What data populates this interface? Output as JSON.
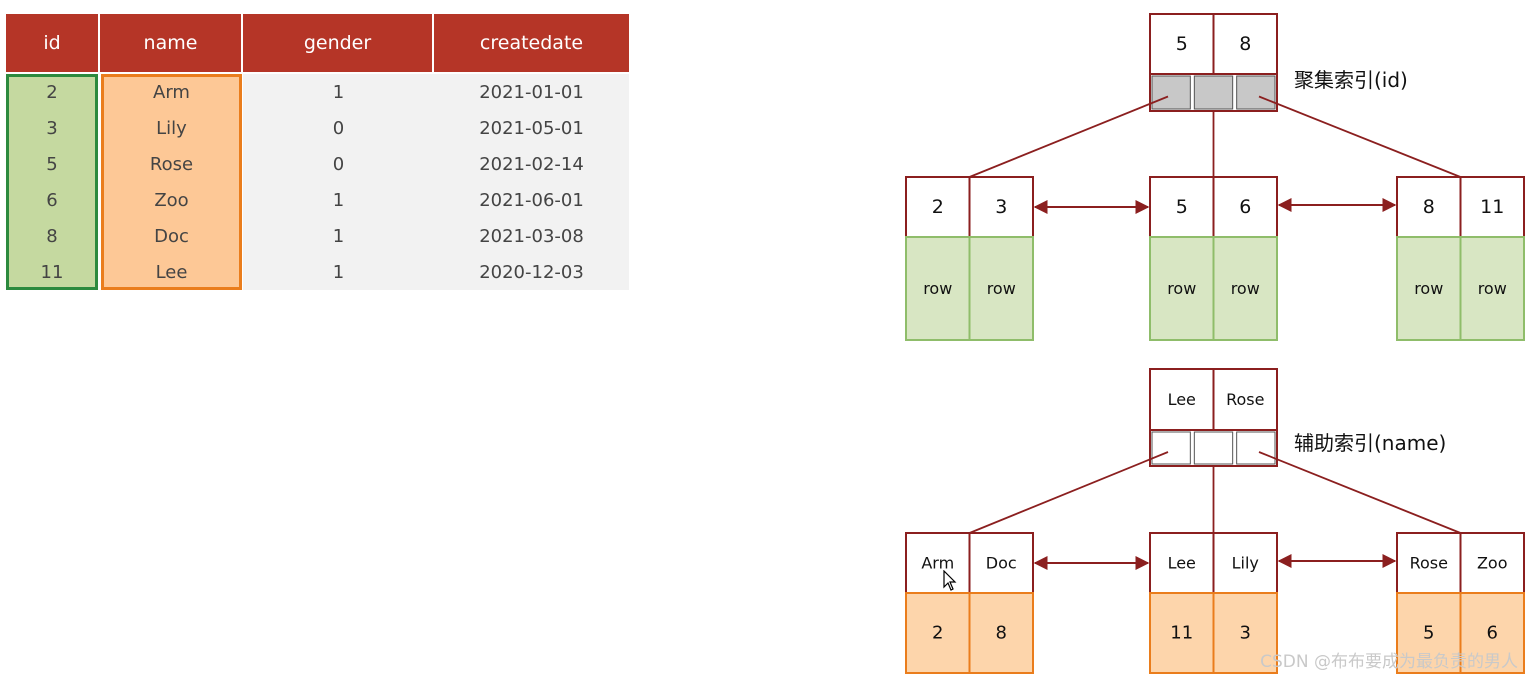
{
  "table": {
    "headers": [
      "id",
      "name",
      "gender",
      "createdate"
    ],
    "rows": [
      [
        "2",
        "Arm",
        "1",
        "2021-01-01"
      ],
      [
        "3",
        "Lily",
        "0",
        "2021-05-01"
      ],
      [
        "5",
        "Rose",
        "0",
        "2021-02-14"
      ],
      [
        "6",
        "Zoo",
        "1",
        "2021-06-01"
      ],
      [
        "8",
        "Doc",
        "1",
        "2021-03-08"
      ],
      [
        "11",
        "Lee",
        "1",
        "2020-12-03"
      ]
    ]
  },
  "clustered": {
    "label": "聚集索引(id)",
    "root_keys": [
      "5",
      "8"
    ],
    "leaves": [
      {
        "keys": [
          "2",
          "3"
        ],
        "values": [
          "row",
          "row"
        ]
      },
      {
        "keys": [
          "5",
          "6"
        ],
        "values": [
          "row",
          "row"
        ]
      },
      {
        "keys": [
          "8",
          "11"
        ],
        "values": [
          "row",
          "row"
        ]
      }
    ]
  },
  "secondary": {
    "label": "辅助索引(name)",
    "root_keys": [
      "Lee",
      "Rose"
    ],
    "leaves": [
      {
        "keys": [
          "Arm",
          "Doc"
        ],
        "values": [
          "2",
          "8"
        ]
      },
      {
        "keys": [
          "Lee",
          "Lily"
        ],
        "values": [
          "11",
          "3"
        ]
      },
      {
        "keys": [
          "Rose",
          "Zoo"
        ],
        "values": [
          "5",
          "6"
        ]
      }
    ]
  },
  "colors": {
    "header_red": "#b53527",
    "id_green_fill": "#c5d9a0",
    "id_green_border": "#2c8a3e",
    "name_orange_fill": "#fdc896",
    "name_orange_border": "#ea7d1c",
    "leaf_green": "#d8e6c3",
    "leaf_orange": "#fdd5ab",
    "line_dark_red": "#8b1f1f",
    "pointer_gray": "#c8c8c8"
  },
  "watermark": "CSDN @布布要成为最负责的男人"
}
